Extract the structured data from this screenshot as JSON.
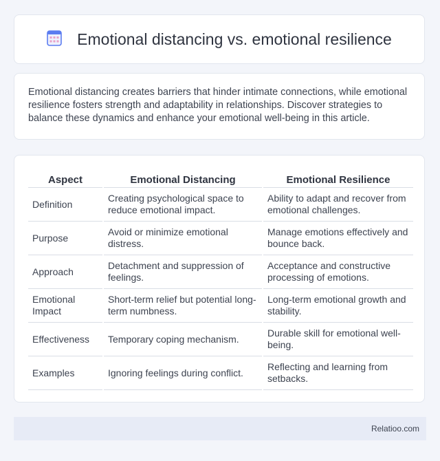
{
  "header": {
    "icon": "calendar-grid-icon",
    "title": "Emotional distancing vs. emotional resilience"
  },
  "intro": {
    "text": "Emotional distancing creates barriers that hinder intimate connections, while emotional resilience fosters strength and adaptability in relationships. Discover strategies to balance these dynamics and enhance your emotional well-being in this article."
  },
  "table": {
    "headers": [
      "Aspect",
      "Emotional Distancing",
      "Emotional Resilience"
    ],
    "rows": [
      [
        "Definition",
        "Creating psychological space to reduce emotional impact.",
        "Ability to adapt and recover from emotional challenges."
      ],
      [
        "Purpose",
        "Avoid or minimize emotional distress.",
        "Manage emotions effectively and bounce back."
      ],
      [
        "Approach",
        "Detachment and suppression of feelings.",
        "Acceptance and constructive processing of emotions."
      ],
      [
        "Emotional Impact",
        "Short-term relief but potential long-term numbness.",
        "Long-term emotional growth and stability."
      ],
      [
        "Effectiveness",
        "Temporary coping mechanism.",
        "Durable skill for emotional well-being."
      ],
      [
        "Examples",
        "Ignoring feelings during conflict.",
        "Reflecting and learning from setbacks."
      ]
    ]
  },
  "footer": {
    "brand": "Relatioo.com"
  },
  "colors": {
    "background": "#f3f5fa",
    "card": "#ffffff",
    "footer": "#e7ebf6",
    "icon_blue": "#5b7cf0",
    "icon_pink": "#e9a0c8"
  }
}
